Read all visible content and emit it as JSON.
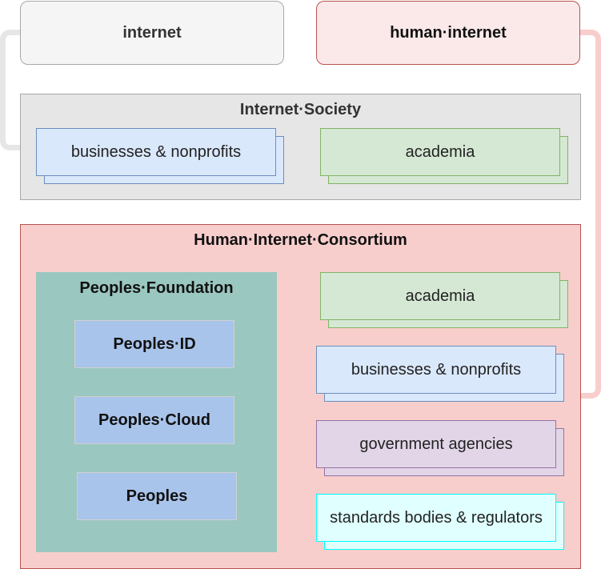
{
  "nodes": {
    "internet": "internet",
    "human_internet": "human·internet"
  },
  "internet_society": {
    "title": "Internet·Society",
    "items": [
      "businesses & nonprofits",
      "academia"
    ]
  },
  "consortium": {
    "title": "Human·Internet·Consortium",
    "foundation": {
      "title": "Peoples·Foundation",
      "items": [
        "Peoples·ID",
        "Peoples·Cloud",
        "Peoples"
      ]
    },
    "members": [
      "academia",
      "businesses & nonprofits",
      "government agencies",
      "standards bodies & regulators"
    ]
  },
  "colors": {
    "grey_fill": "#e6e6e6",
    "pink_fill": "#f8cecc",
    "teal_fill": "#9ac7bf",
    "blue_fill": "#dae8fc",
    "green_fill": "#d5e8d4",
    "purple_fill": "#e1d5e7",
    "cyan_fill": "#e0ffff",
    "item_blue": "#a9c4eb"
  }
}
